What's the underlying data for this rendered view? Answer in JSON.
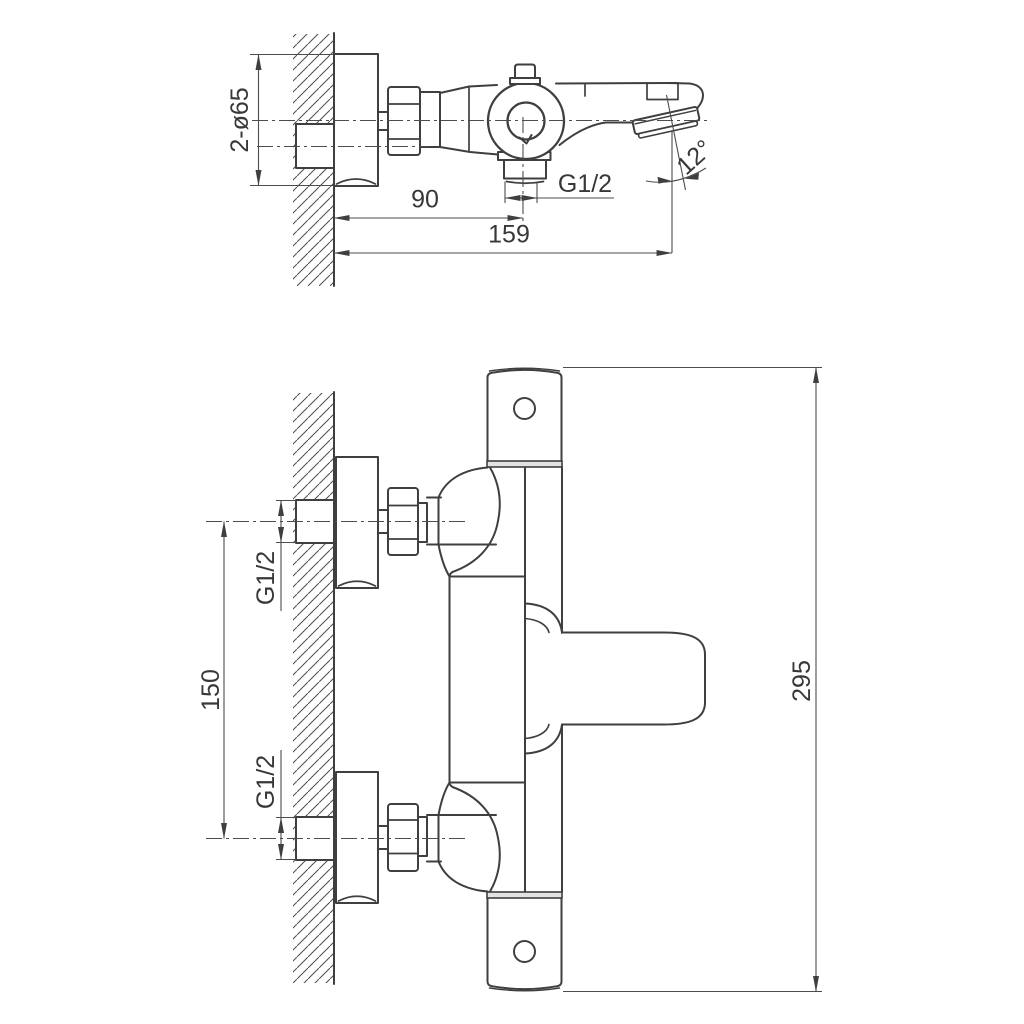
{
  "colors": {
    "background": "#ffffff",
    "object_line": "#3f3f3f",
    "thin_line": "#4d4d4d",
    "text": "#383838",
    "band_fill": "#e2e2e2"
  },
  "side_view": {
    "dim_rosette_diameter": "2-ø65",
    "dim_wall_to_shower_outlet": "90",
    "dim_wall_to_spout_tip": "159",
    "dim_shower_outlet_thread": "G1/2",
    "dim_spout_angle": "12°"
  },
  "front_view": {
    "dim_inlet_thread_upper": "G1/2",
    "dim_inlet_spacing": "150",
    "dim_inlet_thread_lower": "G1/2",
    "dim_overall_length": "295"
  }
}
